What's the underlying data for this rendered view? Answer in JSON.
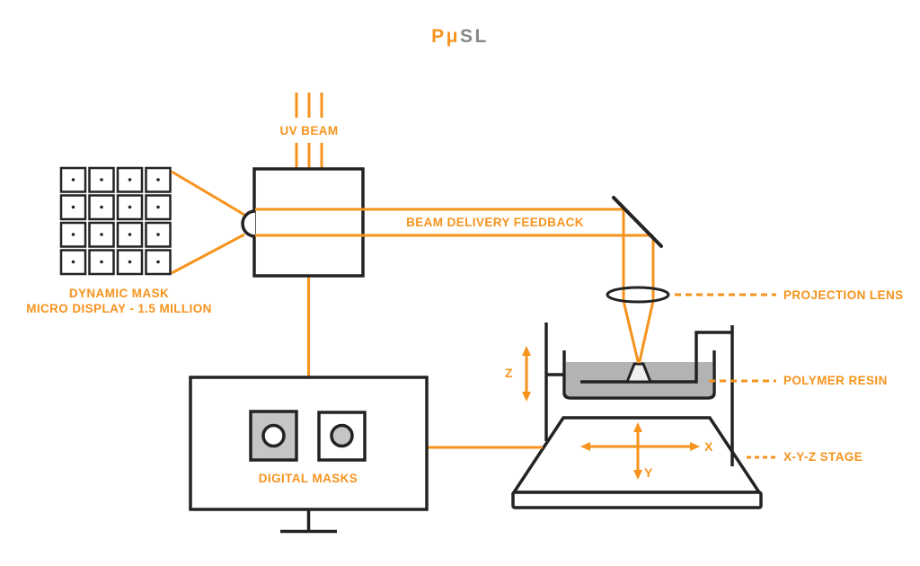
{
  "title": {
    "orange_part": "Pμ",
    "gray_part": "SL"
  },
  "labels": {
    "uv_beam": "UV BEAM",
    "beam_delivery_feedback": "BEAM DELIVERY FEEDBACK",
    "dynamic_mask_line1": "DYNAMIC MASK",
    "dynamic_mask_line2": "MICRO DISPLAY - 1.5 MILLION",
    "digital_masks": "DIGITAL MASKS",
    "projection_lens": "PROJECTION LENS",
    "polymer_resin": "POLYMER RESIN",
    "xyz_stage": "X-Y-Z STAGE",
    "axis_x": "X",
    "axis_y": "Y",
    "axis_z": "Z"
  },
  "colors": {
    "accent_orange": "#F6931D",
    "diagram_black": "#232323",
    "title_gray": "#85878A",
    "resin_gray": "#B1B3B5",
    "mask_gray": "#C3C5C7"
  }
}
